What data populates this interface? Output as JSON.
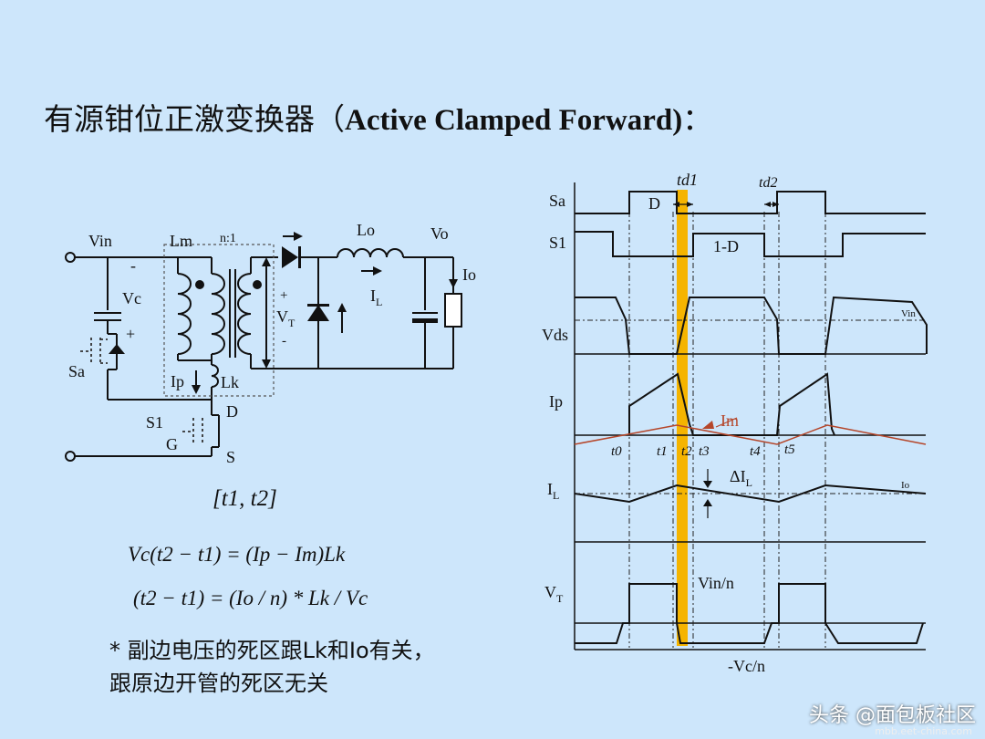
{
  "title": {
    "cn": "有源钳位正激变换器（",
    "en": "Active Clamped Forward)",
    "colon": "："
  },
  "circuit": {
    "labels": {
      "vin": "Vin",
      "lm": "Lm",
      "ratio": "n:1",
      "lo": "Lo",
      "vo": "Vo",
      "io": "Io",
      "vc": "Vc",
      "minus": "-",
      "plus": "+",
      "sa": "Sa",
      "vt": "V",
      "vt_sub": "T",
      "il": "I",
      "il_sub": "L",
      "ip": "Ip",
      "lk": "Lk",
      "s1": "S1",
      "g": "G",
      "d": "D",
      "s": "S"
    }
  },
  "interval": "[t1, t2]",
  "equations": {
    "eq1": "Vc(t2 − t1) = (Ip − Im)Lk",
    "eq2": "(t2 − t1) = (Io / n) * Lk / Vc"
  },
  "notes": {
    "line1": "* 副边电压的死区跟Lk和Io有关，",
    "line2": "跟原边开管的死区无关"
  },
  "waveforms": {
    "td1": "td1",
    "td2": "td2",
    "sa": "Sa",
    "s1": "S1",
    "d": "D",
    "one_minus_d": "1-D",
    "vds": "Vds",
    "vin_small": "Vin",
    "ip": "Ip",
    "im": "Im",
    "t0": "t0",
    "t1": "t1",
    "t2": "t2",
    "t3": "t3",
    "t4": "t4",
    "t5": "t5",
    "il": "I",
    "il_sub": "L",
    "delta_il": "ΔI",
    "delta_il_sub": "L",
    "io_small": "Io",
    "vt": "V",
    "vt_sub": "T",
    "vin_n": "Vin/n",
    "vc_n": "-Vc/n"
  },
  "colors": {
    "background": "#cde6fb",
    "highlight": "#f5b400",
    "im_curve": "#b5462a"
  },
  "watermark": {
    "text": "头条 @面包板社区",
    "url": "mbb.eet-china.com"
  }
}
